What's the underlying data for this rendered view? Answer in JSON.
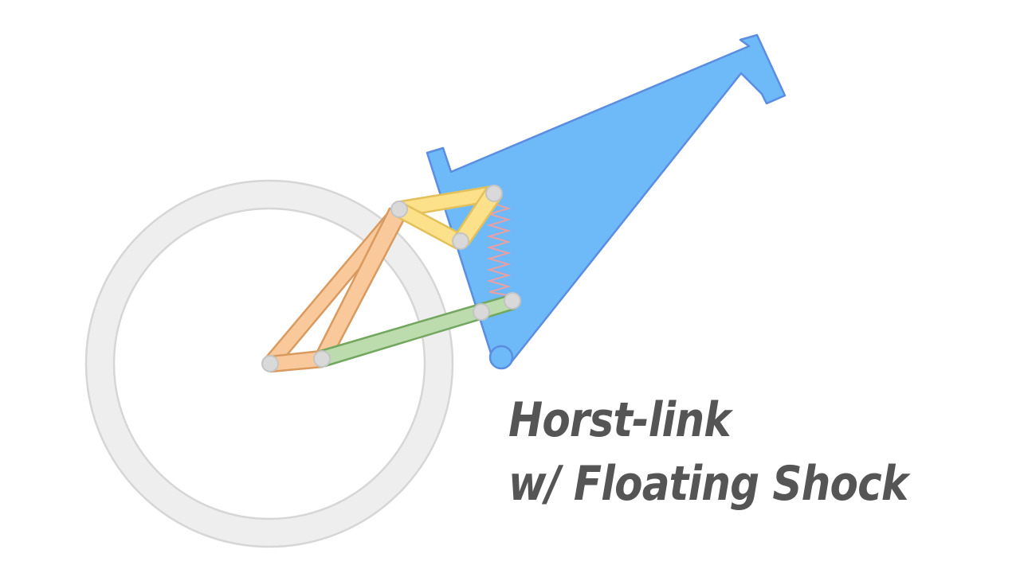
{
  "title": {
    "line1": "Horst-link",
    "line2": "w/ Floating Shock"
  },
  "colors": {
    "background": "#ffffff",
    "wheel_fill": "#eeeeee",
    "wheel_stroke": "#d6d6d6",
    "front_triangle_fill": "#6ebaf8",
    "front_triangle_stroke": "#5b8de0",
    "seatstay_fill": "#f9c99c",
    "seatstay_stroke": "#d99a5f",
    "rocker_fill": "#fde08a",
    "rocker_stroke": "#e3c15a",
    "chainstay_fill": "#bcdcae",
    "chainstay_stroke": "#73a65e",
    "shock_spring": "#e8a0a3",
    "pivot_fill": "#d9d9d9",
    "pivot_stroke": "#c4c4c4",
    "text": "#555555"
  },
  "icons": {
    "rear_wheel": "wheel-ring",
    "pivots": "pivot-circle",
    "shock": "coil-spring"
  }
}
